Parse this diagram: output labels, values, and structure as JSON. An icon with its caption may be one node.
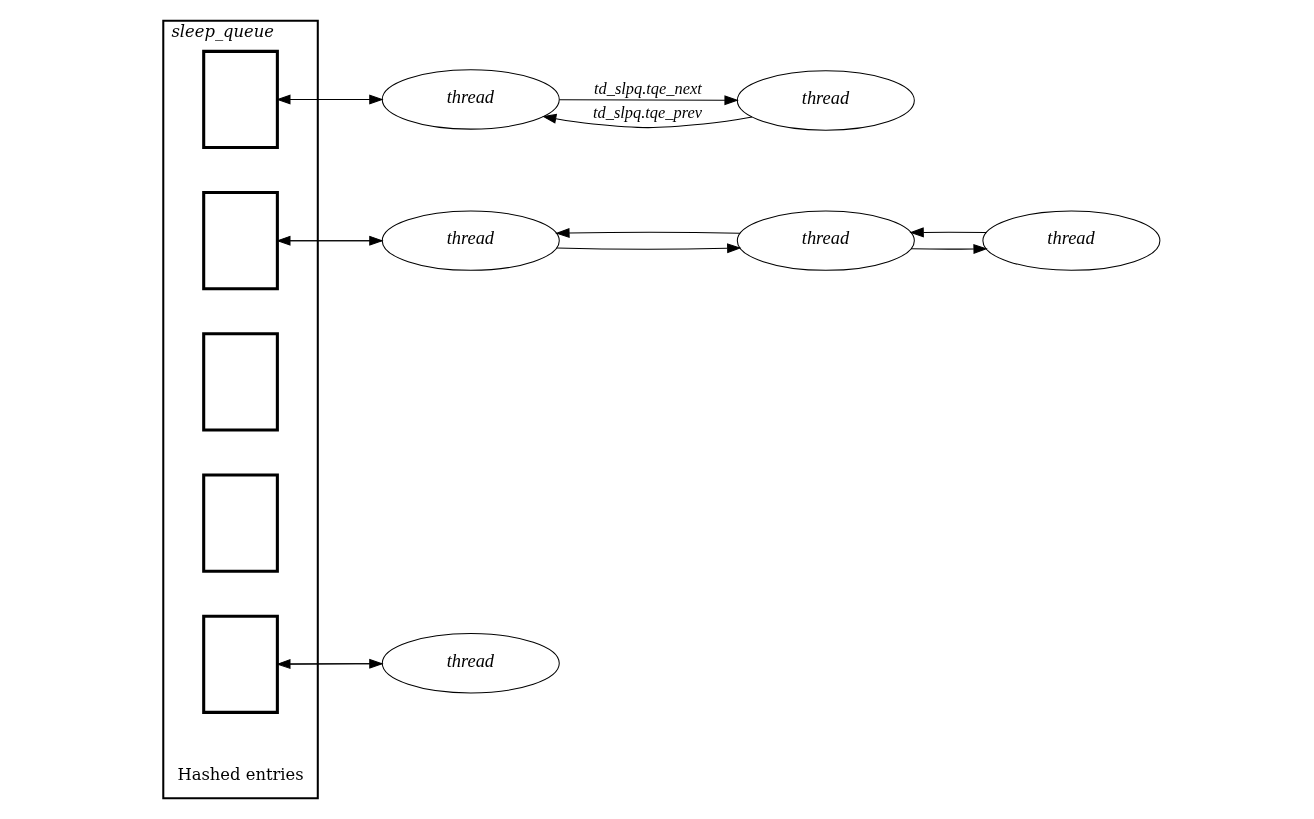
{
  "diagram": {
    "nodes": [
      {
        "text": [
          "sleep_queue"
        ],
        "beside": [
          "Hashed entries"
        ]
      },
      {
        "text": [],
        "shape": "box",
        "in": 0
      },
      {
        "text": [],
        "shape": "box",
        "in": 0
      },
      {
        "text": [],
        "shape": "box",
        "in": 0
      },
      {
        "text": [],
        "shape": "box",
        "in": 0
      },
      {
        "text": [],
        "shape": "box",
        "in": 0
      },
      {
        "text": [
          "thread"
        ]
      },
      {
        "text": [
          "thread"
        ]
      },
      {
        "text": [
          "thread"
        ]
      },
      {
        "text": [
          "thread"
        ]
      },
      {
        "text": [
          "thread"
        ]
      },
      {
        "text": [
          "thread"
        ]
      }
    ],
    "edges": [
      {
        "from": 1,
        "to": 6,
        "arrow": "to"
      },
      {
        "from": 6,
        "to": 1,
        "arrow": "to"
      },
      {
        "from": 6,
        "to": 7,
        "arrow": "to",
        "label": "td_slpq.tqe_next"
      },
      {
        "from": 7,
        "to": 6,
        "arrow": "to",
        "label": "td_slpq.tqe_prev"
      },
      {
        "from": 2,
        "to": 8,
        "arrow": "to"
      },
      {
        "from": 8,
        "to": 2,
        "arrow": "to"
      },
      {
        "from": 8,
        "to": 9,
        "arrow": "to"
      },
      {
        "from": 9,
        "to": 8,
        "arrow": "to"
      },
      {
        "from": 9,
        "to": 10,
        "arrow": "to"
      },
      {
        "from": 10,
        "to": 9,
        "arrow": "to"
      },
      {
        "from": 5,
        "to": 11,
        "arrow": "to"
      },
      {
        "from": 11,
        "to": 5,
        "arrow": "to"
      }
    ]
  }
}
